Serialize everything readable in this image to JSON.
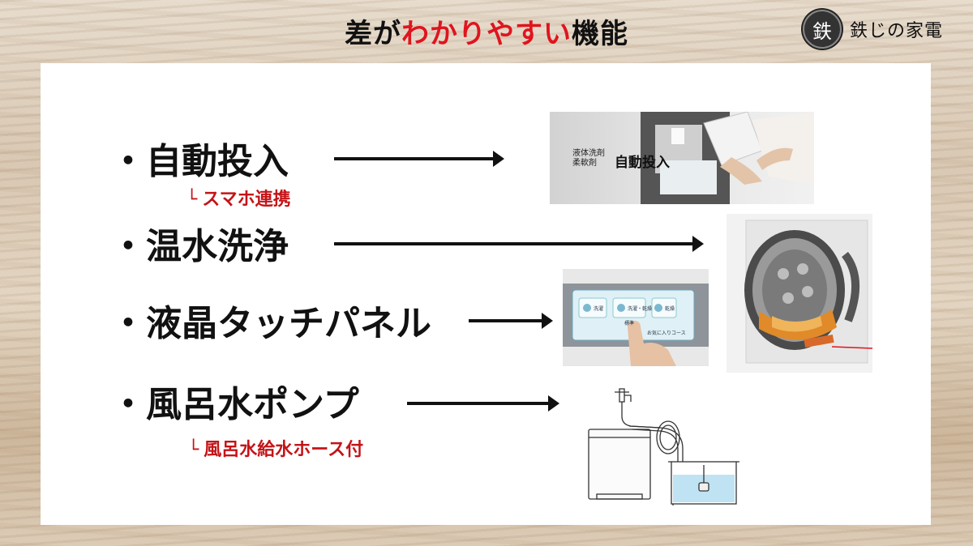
{
  "header": {
    "title_part1": "差が",
    "title_part2": "わかりやすい",
    "title_part3": "機能",
    "accent_color": "#e0141e"
  },
  "brand": {
    "logo_char": "鉄",
    "name": "鉄じの家電"
  },
  "features": [
    {
      "label": "・自動投入",
      "note": "スマホ連携",
      "image": "detergent-auto-dispense-photo"
    },
    {
      "label": "・温水洗浄",
      "note": "",
      "image": "heated-drum-photo"
    },
    {
      "label": "・液晶タッチパネル",
      "note": "",
      "image": "touch-panel-photo"
    },
    {
      "label": "・風呂水ポンプ",
      "note": "風呂水給水ホース付",
      "image": "bath-water-pump-illustration"
    }
  ],
  "image_text": {
    "dispense_line1": "液体洗剤",
    "dispense_line2": "柔軟剤",
    "dispense_label": "自動投入",
    "panel_btn1": "洗濯",
    "panel_btn2": "洗濯・乾燥",
    "panel_btn3": "乾燥",
    "panel_sub": "標準",
    "panel_course": "お気に入りコース"
  }
}
